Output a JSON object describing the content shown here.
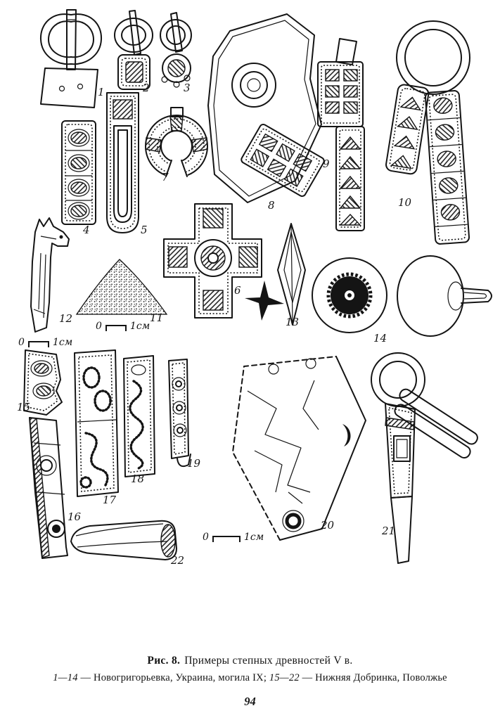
{
  "figure": {
    "caption_label": "Рис. 8.",
    "caption_text": "Примеры степных древностей V в.",
    "legend_range1": "1—14",
    "legend_text1": " — Новогригорьевка, Украина, могила IX; ",
    "legend_range2": "15—22",
    "legend_text2": " — Нижняя Добринка, Поволжье"
  },
  "page": {
    "number": "94"
  },
  "scale_bars": [
    {
      "zero": "0",
      "unit": "1см"
    },
    {
      "zero": "0",
      "unit": "1см"
    },
    {
      "zero": "0",
      "unit": "1см"
    }
  ],
  "artifacts": [
    {
      "label": "1",
      "desc": "large double-loop buckle with trapezoid plate"
    },
    {
      "label": "2",
      "desc": "buckle with oval ring and square hatched plate"
    },
    {
      "label": "3",
      "desc": "small buckle with round hatched plate"
    },
    {
      "label": "4",
      "desc": "belt plaque with four oval insets"
    },
    {
      "label": "5",
      "desc": "long strap end with inner loop"
    },
    {
      "label": "6",
      "desc": "cross-shaped mount with central boss"
    },
    {
      "label": "7",
      "desc": "horseshoe-shaped openwork fitting"
    },
    {
      "label": "8",
      "desc": "large polygonal plate with concentric circle boss"
    },
    {
      "label": "9",
      "desc": "strap fitting with hatched squares and chevrons"
    },
    {
      "label": "10",
      "desc": "large ring with two ornamented straps"
    },
    {
      "label": "11",
      "desc": "stippled mound-shaped fragment"
    },
    {
      "label": "12",
      "desc": "strap terminal with animal head"
    },
    {
      "label": "13",
      "desc": "lozenge spearhead with dark three-armed base"
    },
    {
      "label": "14",
      "desc": "whorl with serrated disc and domed whorl with loop"
    },
    {
      "label": "15",
      "desc": "strap fragment with two oval insets"
    },
    {
      "label": "16",
      "desc": "long strap with two riveted bosses"
    },
    {
      "label": "17",
      "desc": "plaque with beaded figure-eight ornament"
    },
    {
      "label": "18",
      "desc": "plaque with beaded wavy line"
    },
    {
      "label": "19",
      "desc": "narrow strip with three perforations and hook"
    },
    {
      "label": "20",
      "desc": "large shield-shaped plate with dashed outline"
    },
    {
      "label": "21",
      "desc": "ring buckle with long straps"
    },
    {
      "label": "22",
      "desc": "curved elongated bar with hatched end"
    }
  ]
}
